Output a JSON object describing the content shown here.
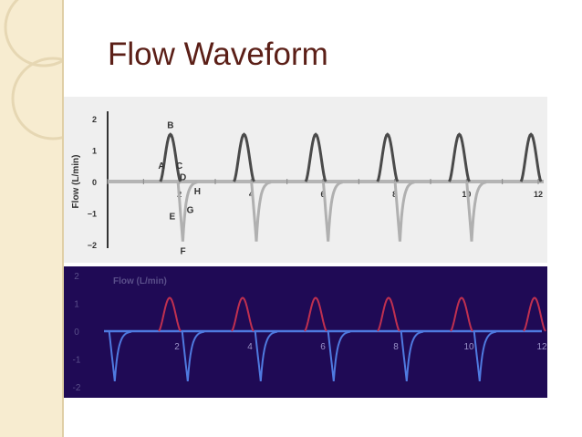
{
  "slide": {
    "title": "Flow Waveform"
  },
  "chart_data": [
    {
      "type": "line",
      "ylabel": "Flow (L/min)",
      "y_ticks": [
        "2",
        "1",
        "0",
        "−1",
        "−2"
      ],
      "x_ticks": [
        "2",
        "4",
        "6",
        "8",
        "10",
        "12"
      ],
      "ylim": [
        -2,
        2
      ],
      "xlim": [
        0,
        12
      ],
      "colors": {
        "inspiratory": "#4a4a4a",
        "expiratory": "#b0b0b0",
        "baseline": "#b4b4b4"
      },
      "annotations": [
        {
          "text": "A",
          "x": 1.5,
          "y": 0.4
        },
        {
          "text": "B",
          "x": 1.75,
          "y": 1.7
        },
        {
          "text": "C",
          "x": 2.0,
          "y": 0.4
        },
        {
          "text": "D",
          "x": 2.1,
          "y": 0.05
        },
        {
          "text": "H",
          "x": 2.5,
          "y": -0.4
        },
        {
          "text": "G",
          "x": 2.3,
          "y": -1.0
        },
        {
          "text": "E",
          "x": 1.8,
          "y": -1.2
        },
        {
          "text": "F",
          "x": 2.1,
          "y": -2.3
        }
      ],
      "breaths": [
        {
          "insp_center": 1.75,
          "insp_peak": 1.5,
          "exp_center": 2.1,
          "exp_min": -1.9
        },
        {
          "insp_center": 3.8,
          "insp_peak": 1.5,
          "exp_center": 4.15,
          "exp_min": -1.9
        },
        {
          "insp_center": 5.8,
          "insp_peak": 1.5,
          "exp_center": 6.15,
          "exp_min": -1.9
        },
        {
          "insp_center": 7.8,
          "insp_peak": 1.5,
          "exp_center": 8.15,
          "exp_min": -1.9
        },
        {
          "insp_center": 9.8,
          "insp_peak": 1.5,
          "exp_center": 10.15,
          "exp_min": -1.9
        },
        {
          "insp_center": 11.8,
          "insp_peak": 1.5,
          "exp_center": null,
          "exp_min": null
        }
      ]
    },
    {
      "type": "line",
      "title": "Flow (L/min)",
      "y_ticks": [
        "2",
        "1",
        "0",
        "-1",
        "-2"
      ],
      "x_ticks": [
        "2",
        "4",
        "6",
        "8",
        "10",
        "12"
      ],
      "ylim": [
        -2,
        2
      ],
      "xlim": [
        0,
        12
      ],
      "colors": {
        "inspiratory": "#c03050",
        "expiratory": "#4f7ae0",
        "axis_text": "#5a4f8a"
      },
      "breaths": [
        {
          "insp_center": null,
          "insp_peak": null,
          "exp_center": 0.3,
          "exp_min": -1.8
        },
        {
          "insp_center": 1.8,
          "insp_peak": 1.2,
          "exp_center": 2.3,
          "exp_min": -1.8
        },
        {
          "insp_center": 3.8,
          "insp_peak": 1.2,
          "exp_center": 4.3,
          "exp_min": -1.8
        },
        {
          "insp_center": 5.8,
          "insp_peak": 1.2,
          "exp_center": 6.3,
          "exp_min": -1.8
        },
        {
          "insp_center": 7.8,
          "insp_peak": 1.2,
          "exp_center": 8.3,
          "exp_min": -1.8
        },
        {
          "insp_center": 9.8,
          "insp_peak": 1.2,
          "exp_center": 10.3,
          "exp_min": -1.8
        },
        {
          "insp_center": 11.8,
          "insp_peak": 1.2,
          "exp_center": null,
          "exp_min": null
        }
      ]
    }
  ]
}
